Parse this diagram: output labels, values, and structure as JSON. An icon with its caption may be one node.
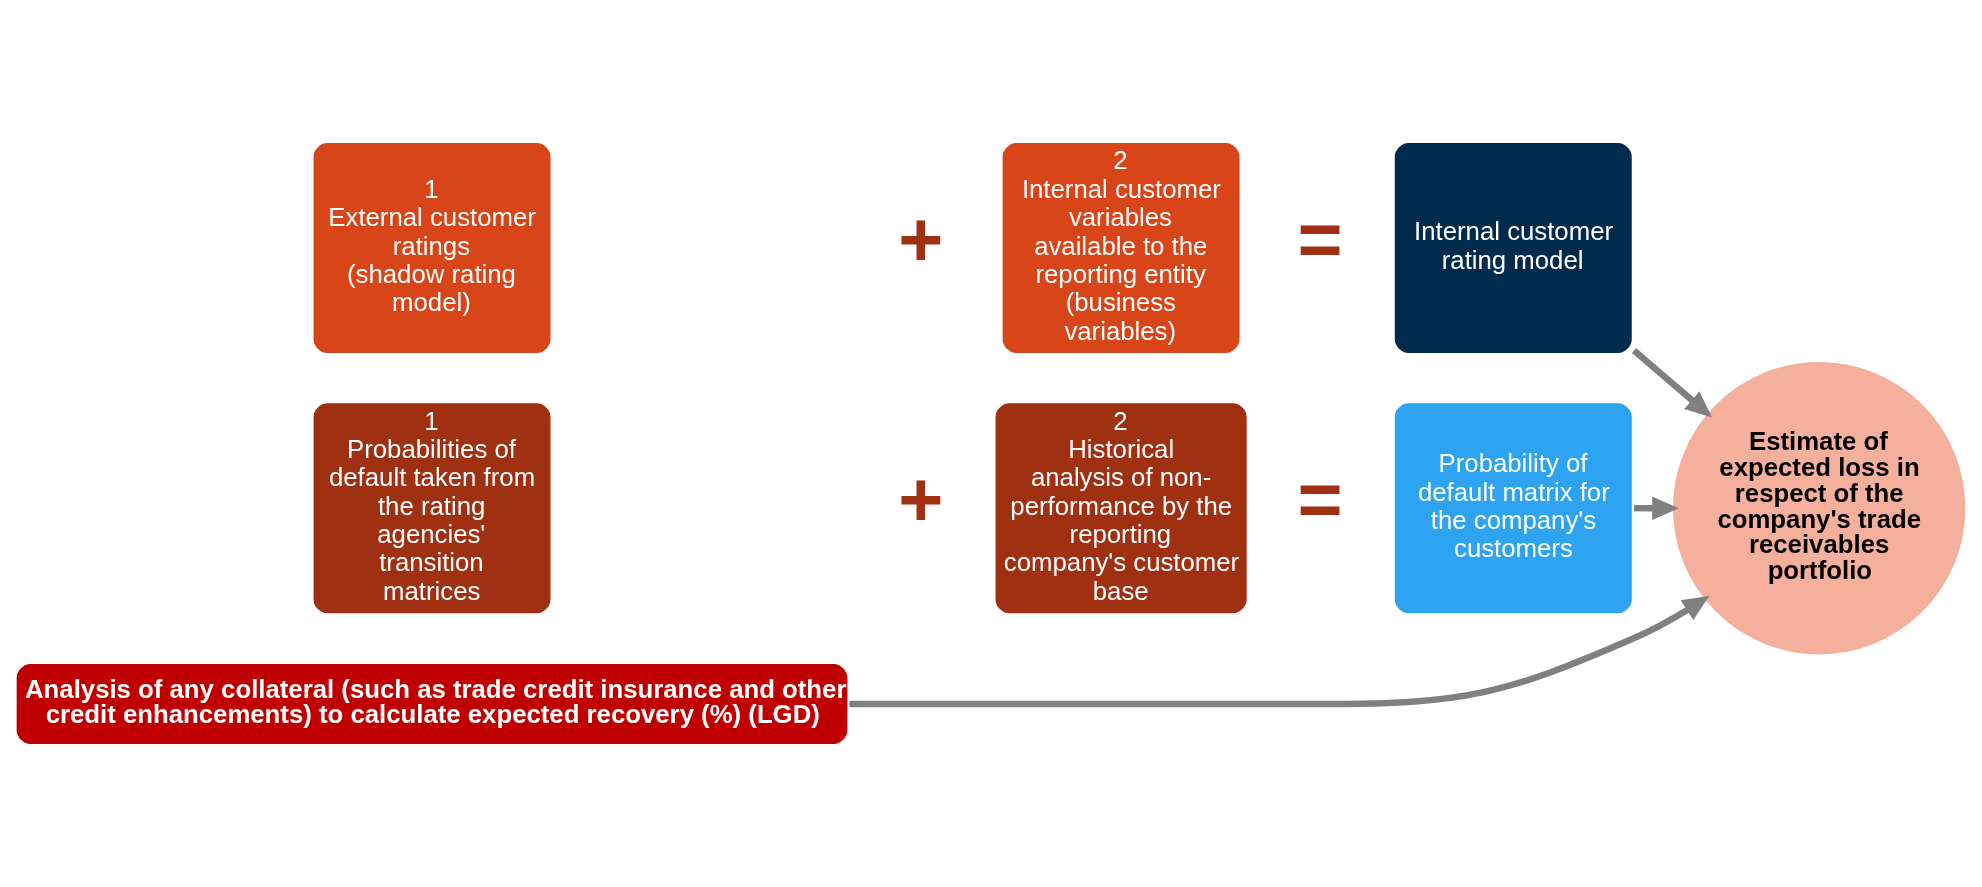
{
  "diagram": {
    "nodes": [
      {
        "text": [
          "1",
          "External customer ratings",
          "(shadow rating model)"
        ]
      },
      {
        "text": [
          "2",
          "Internal customer variables available to the reporting entity (business variables)"
        ]
      },
      {
        "text": [
          "Internal customer rating model"
        ]
      },
      {
        "text": [
          "1",
          "Probabilities of default taken from the rating agencies' transition matrices"
        ]
      },
      {
        "text": [
          "2",
          "Historical analysis of non-performance by the reporting company's customer base"
        ]
      },
      {
        "text": [
          "Probability of default matrix for the company's customers"
        ]
      },
      {
        "text": [
          "Analysis of any collateral (such as trade credit insurance and other credit enhancements) to calculate expected recovery (%) (LGD)"
        ]
      },
      {
        "text": [
          "Estimate of expected loss in respect of the company's trade receivables portfolio"
        ]
      }
    ],
    "edges": [
      {
        "from": 2,
        "to": 7,
        "arrow": "to"
      },
      {
        "from": 5,
        "to": 7,
        "arrow": "to"
      },
      {
        "from": 6,
        "to": 7,
        "arrow": "to"
      }
    ],
    "labels": [
      "+",
      "=",
      "+",
      "="
    ]
  }
}
